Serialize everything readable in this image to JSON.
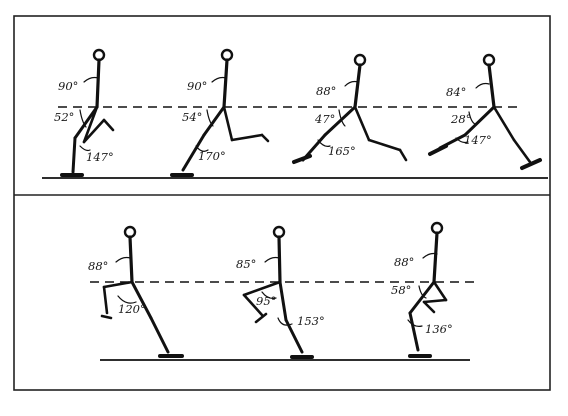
{
  "figure": {
    "top_row": [
      {
        "trunk_angle": "90°",
        "hip_angle": "52°",
        "knee_angle": "147°"
      },
      {
        "trunk_angle": "90°",
        "hip_angle": "54°",
        "knee_angle": "170°"
      },
      {
        "trunk_angle": "88°",
        "hip_angle": "47°",
        "knee_angle": "165°"
      },
      {
        "trunk_angle": "84°",
        "hip_angle": "28°",
        "knee_angle": "147°"
      }
    ],
    "bottom_row": [
      {
        "trunk_angle": "88°",
        "knee_angle": "120°"
      },
      {
        "trunk_angle": "85°",
        "hip_angle": "95°",
        "knee_angle": "153°"
      },
      {
        "trunk_angle": "88°",
        "hip_angle": "58°",
        "knee_angle": "136°"
      }
    ]
  }
}
